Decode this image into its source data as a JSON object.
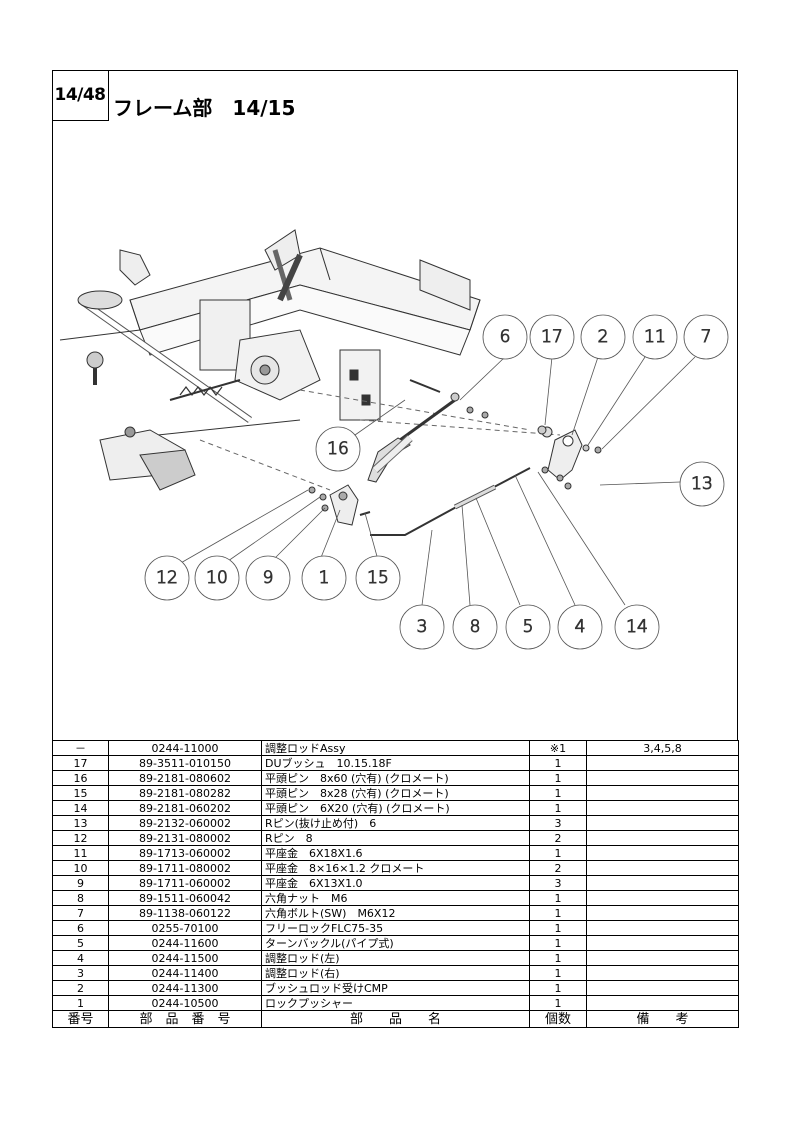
{
  "header": {
    "page_number": "14/48",
    "title": "フレーム部　14/15"
  },
  "callouts": [
    "6",
    "17",
    "2",
    "11",
    "7",
    "16",
    "13",
    "12",
    "10",
    "9",
    "1",
    "15",
    "3",
    "8",
    "5",
    "4",
    "14"
  ],
  "table": {
    "columns": [
      "番号",
      "部　品　番　号",
      "部　　品　　名",
      "個数",
      "備　　考"
    ],
    "rows": [
      {
        "no": "－",
        "part_no": "0244-11000",
        "name": "調整ロッドAssy",
        "qty": "※1",
        "remarks": "3,4,5,8"
      },
      {
        "no": "17",
        "part_no": "89-3511-010150",
        "name": "DUブッシュ　10.15.18F",
        "qty": "1",
        "remarks": ""
      },
      {
        "no": "16",
        "part_no": "89-2181-080602",
        "name": "平頭ピン　8x60 (穴有) (クロメート)",
        "qty": "1",
        "remarks": ""
      },
      {
        "no": "15",
        "part_no": "89-2181-080282",
        "name": "平頭ピン　8x28 (穴有) (クロメート)",
        "qty": "1",
        "remarks": ""
      },
      {
        "no": "14",
        "part_no": "89-2181-060202",
        "name": "平頭ピン　6X20 (穴有) (クロメート)",
        "qty": "1",
        "remarks": ""
      },
      {
        "no": "13",
        "part_no": "89-2132-060002",
        "name": "Rピン(抜け止め付)　6",
        "qty": "3",
        "remarks": ""
      },
      {
        "no": "12",
        "part_no": "89-2131-080002",
        "name": "Rピン　8",
        "qty": "2",
        "remarks": ""
      },
      {
        "no": "11",
        "part_no": "89-1713-060002",
        "name": "平座金　6X18X1.6",
        "qty": "1",
        "remarks": ""
      },
      {
        "no": "10",
        "part_no": "89-1711-080002",
        "name": "平座金　8×16×1.2 クロメート",
        "qty": "2",
        "remarks": ""
      },
      {
        "no": "9",
        "part_no": "89-1711-060002",
        "name": "平座金　6X13X1.0",
        "qty": "3",
        "remarks": ""
      },
      {
        "no": "8",
        "part_no": "89-1511-060042",
        "name": "六角ナット　M6",
        "qty": "1",
        "remarks": ""
      },
      {
        "no": "7",
        "part_no": "89-1138-060122",
        "name": "六角ボルト(SW)　M6X12",
        "qty": "1",
        "remarks": ""
      },
      {
        "no": "6",
        "part_no": "0255-70100",
        "name": "フリーロックFLC75-35",
        "qty": "1",
        "remarks": ""
      },
      {
        "no": "5",
        "part_no": "0244-11600",
        "name": "ターンバックル(パイプ式)",
        "qty": "1",
        "remarks": ""
      },
      {
        "no": "4",
        "part_no": "0244-11500",
        "name": "調整ロッド(左)",
        "qty": "1",
        "remarks": ""
      },
      {
        "no": "3",
        "part_no": "0244-11400",
        "name": "調整ロッド(右)",
        "qty": "1",
        "remarks": ""
      },
      {
        "no": "2",
        "part_no": "0244-11300",
        "name": "ブッシュロッド受けCMP",
        "qty": "1",
        "remarks": ""
      },
      {
        "no": "1",
        "part_no": "0244-10500",
        "name": "ロックプッシャー",
        "qty": "1",
        "remarks": ""
      }
    ]
  }
}
